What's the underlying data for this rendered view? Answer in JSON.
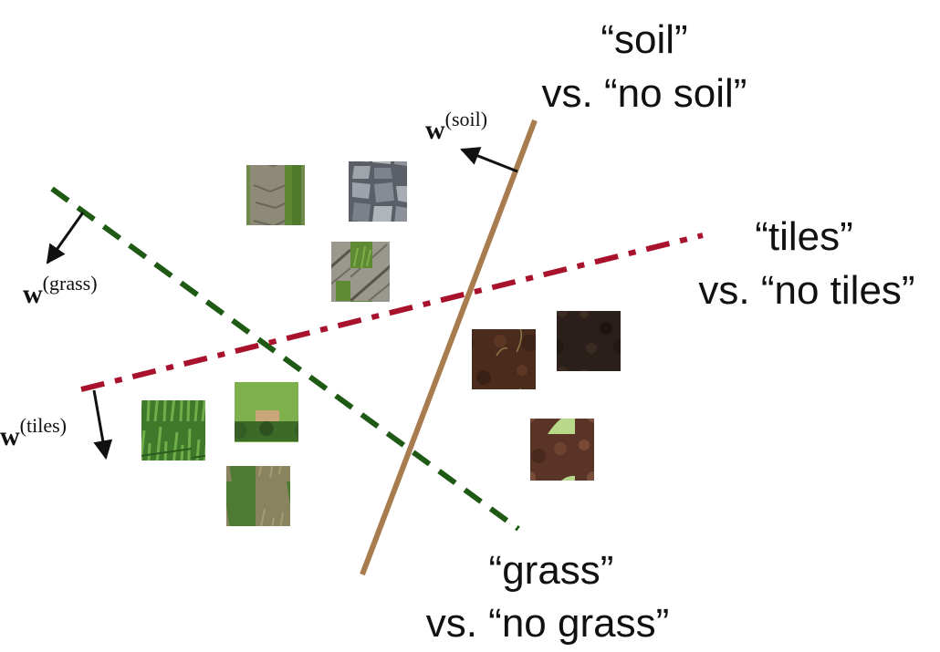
{
  "boundaries": {
    "soil": {
      "caption_line1": "“soil”",
      "caption_line2": "vs. “no soil”",
      "color": "#a87c4f",
      "style": "solid"
    },
    "tiles": {
      "caption_line1": "“tiles”",
      "caption_line2": "vs. “no tiles”",
      "color": "#a8122c",
      "style": "dash-dot"
    },
    "grass": {
      "caption_line1": "“grass”",
      "caption_line2": "vs. “no grass”",
      "color": "#1e5a14",
      "style": "dashed"
    }
  },
  "weight_vectors": {
    "soil": {
      "symbol": "w",
      "superscript": "(soil)"
    },
    "grass": {
      "symbol": "w",
      "superscript": "(grass)"
    },
    "tiles": {
      "symbol": "w",
      "superscript": "(tiles)"
    }
  },
  "image_patches": [
    {
      "name": "grass-path-patch",
      "texture": "grass-path"
    },
    {
      "name": "stone-tiles-patch",
      "texture": "stone-tiles"
    },
    {
      "name": "tiles-with-grass-patch",
      "texture": "tiles-grass"
    },
    {
      "name": "soil-patch-1",
      "texture": "soil"
    },
    {
      "name": "dark-soil-patch",
      "texture": "dark-soil"
    },
    {
      "name": "soil-patch-2",
      "texture": "soil-leaf"
    },
    {
      "name": "grass-patch-1",
      "texture": "grass-dense"
    },
    {
      "name": "lawn-patch",
      "texture": "lawn"
    },
    {
      "name": "dry-grass-patch",
      "texture": "dry-grass"
    }
  ]
}
